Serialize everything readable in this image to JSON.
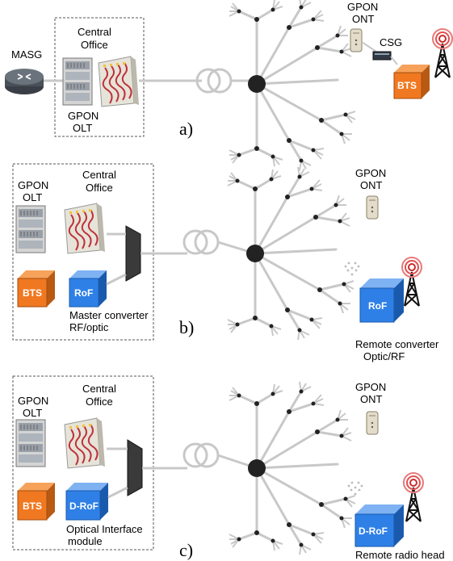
{
  "panel_a": {
    "label": "a)",
    "masg": "MASG",
    "central_office": [
      "Central",
      "Office"
    ],
    "gpon_olt": [
      "GPON",
      "OLT"
    ],
    "gpon_ont": [
      "GPON",
      "ONT"
    ],
    "csg": "CSG",
    "bts": "BTS"
  },
  "panel_b": {
    "label": "b)",
    "gpon_olt": [
      "GPON",
      "OLT"
    ],
    "central_office": [
      "Central",
      "Office"
    ],
    "gpon_ont": [
      "GPON",
      "ONT"
    ],
    "bts": "BTS",
    "rof": "RoF",
    "master_converter": [
      "Master converter",
      "RF/optic"
    ],
    "remote_rof": "RoF",
    "remote_converter": [
      "Remote converter",
      "Optic/RF"
    ]
  },
  "panel_c": {
    "label": "c)",
    "gpon_olt": [
      "GPON",
      "OLT"
    ],
    "central_office": [
      "Central",
      "Office"
    ],
    "gpon_ont": [
      "GPON",
      "ONT"
    ],
    "bts": "BTS",
    "drof": "D-RoF",
    "optical_interface": [
      "Optical Interface",
      "module"
    ],
    "remote_drof": "D-RoF",
    "remote_radio_head": "Remote radio head"
  },
  "colors": {
    "bts": "#f07820",
    "rof": "#2f80e6",
    "fiber": "#c8c8c8",
    "node": "#222222"
  }
}
